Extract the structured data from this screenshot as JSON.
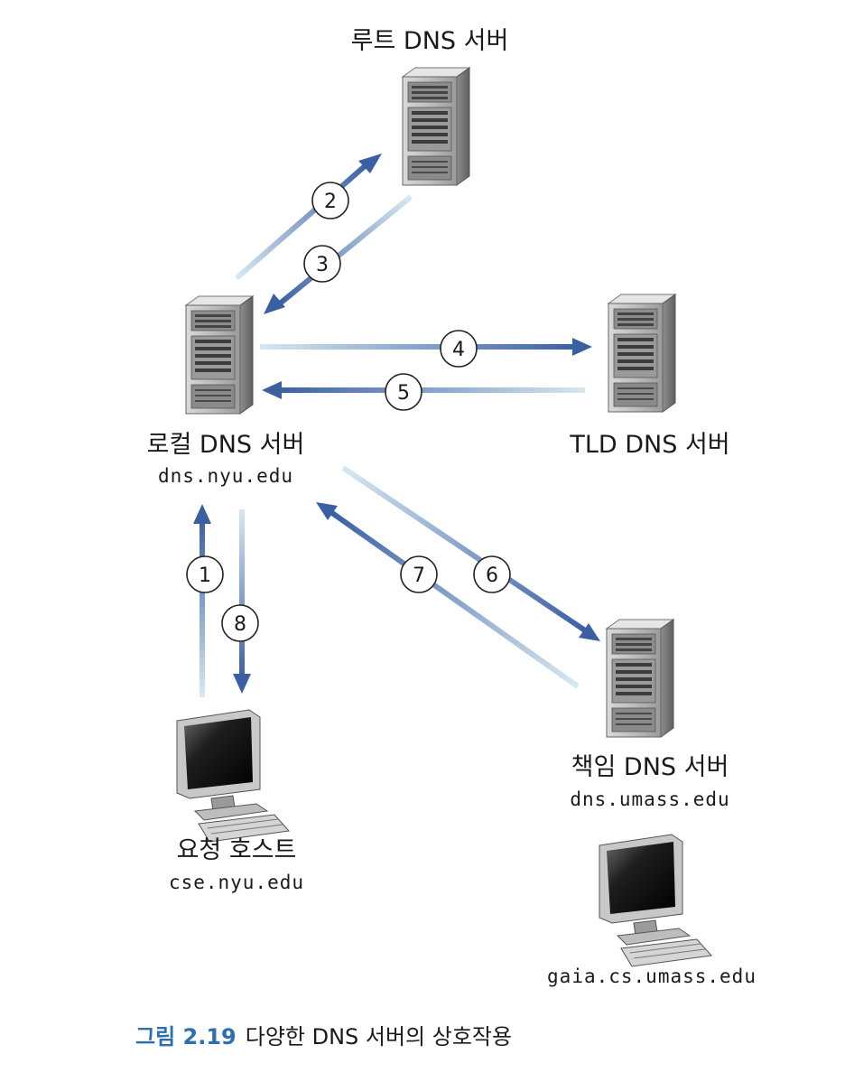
{
  "servers": {
    "root": {
      "label": "루트 DNS 서버"
    },
    "local": {
      "label": "로컬 DNS 서버",
      "host": "dns.nyu.edu"
    },
    "tld": {
      "label": "TLD DNS 서버"
    },
    "authoritative": {
      "label": "책임 DNS 서버",
      "host": "dns.umass.edu"
    }
  },
  "hosts": {
    "requesting": {
      "label": "요청 호스트",
      "host": "cse.nyu.edu"
    },
    "target": {
      "host": "gaia.cs.umass.edu"
    }
  },
  "steps": [
    "1",
    "2",
    "3",
    "4",
    "5",
    "6",
    "7",
    "8"
  ],
  "caption": {
    "figure": "그림 2.19",
    "text": "다양한 DNS 서버의 상호작용"
  },
  "colors": {
    "arrow_dark": "#3a5fa3",
    "arrow_light": "#cfe3f0",
    "caption_accent": "#2d6fb0"
  }
}
